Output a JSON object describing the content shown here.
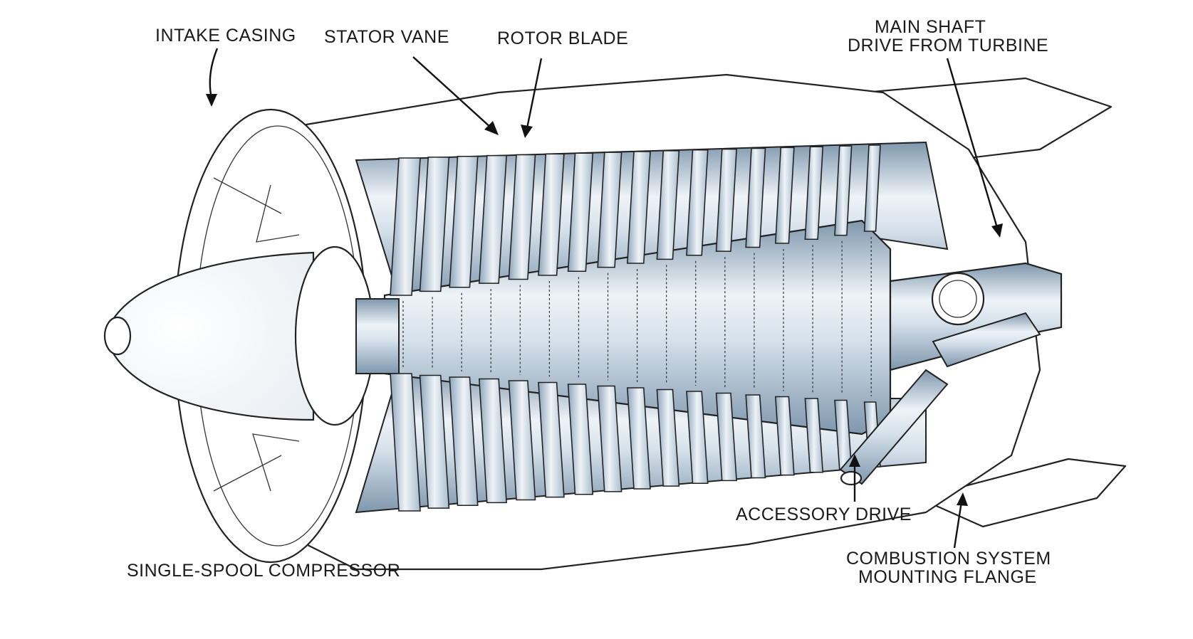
{
  "labels": {
    "intake_casing": "INTAKE CASING",
    "stator_vane": "STATOR VANE",
    "rotor_blade": "ROTOR BLADE",
    "main_shaft_line1": "MAIN SHAFT",
    "main_shaft_line2": "DRIVE FROM TURBINE",
    "accessory_drive": "ACCESSORY DRIVE",
    "combustion_line1": "COMBUSTION SYSTEM",
    "combustion_line2": "MOUNTING FLANGE",
    "caption": "SINGLE-SPOOL COMPRESSOR"
  },
  "colors": {
    "ink": "#222222",
    "steel_light": "#eef3f8",
    "steel_mid": "#b9cad9",
    "steel_dark": "#7f97ad",
    "background": "#ffffff"
  },
  "compressor": {
    "stage_count": 17
  }
}
